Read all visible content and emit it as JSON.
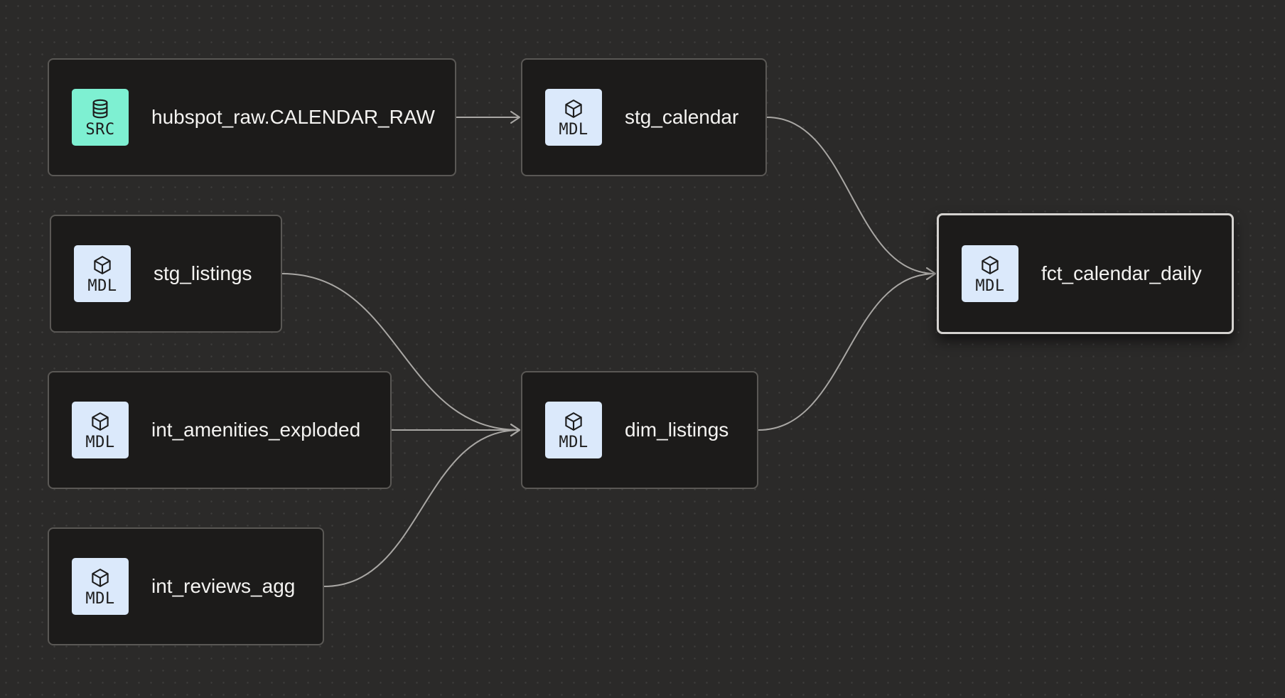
{
  "nodes": [
    {
      "id": "hubspot_raw",
      "label": "hubspot_raw.CALENDAR_RAW",
      "kind": "SRC",
      "icon": "database-icon",
      "selected": false
    },
    {
      "id": "stg_calendar",
      "label": "stg_calendar",
      "kind": "MDL",
      "icon": "cube-icon",
      "selected": false
    },
    {
      "id": "stg_listings",
      "label": "stg_listings",
      "kind": "MDL",
      "icon": "cube-icon",
      "selected": false
    },
    {
      "id": "int_amenities_exploded",
      "label": "int_amenities_exploded",
      "kind": "MDL",
      "icon": "cube-icon",
      "selected": false
    },
    {
      "id": "dim_listings",
      "label": "dim_listings",
      "kind": "MDL",
      "icon": "cube-icon",
      "selected": false
    },
    {
      "id": "int_reviews_agg",
      "label": "int_reviews_agg",
      "kind": "MDL",
      "icon": "cube-icon",
      "selected": false
    },
    {
      "id": "fct_calendar_daily",
      "label": "fct_calendar_daily",
      "kind": "MDL",
      "icon": "cube-icon",
      "selected": true
    }
  ],
  "edges": [
    {
      "from": "hubspot_raw",
      "to": "stg_calendar"
    },
    {
      "from": "stg_calendar",
      "to": "fct_calendar_daily"
    },
    {
      "from": "stg_listings",
      "to": "dim_listings"
    },
    {
      "from": "int_amenities_exploded",
      "to": "dim_listings"
    },
    {
      "from": "int_reviews_agg",
      "to": "dim_listings"
    },
    {
      "from": "dim_listings",
      "to": "fct_calendar_daily"
    }
  ],
  "colors": {
    "background": "#2b2a29",
    "node_fill": "#1c1b1a",
    "node_border": "#5a5855",
    "selected_border": "#d4d2cf",
    "model_badge": "#dbe9fb",
    "source_badge": "#7ef0d2",
    "edge": "#a9a7a4"
  }
}
